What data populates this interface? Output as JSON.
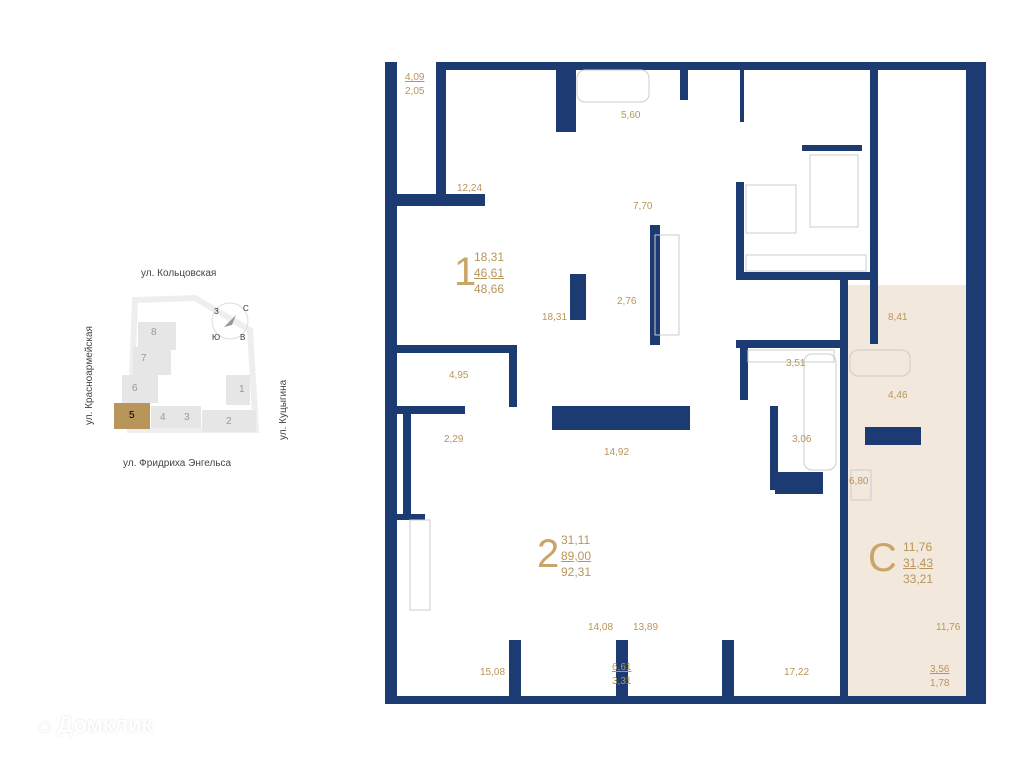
{
  "colors": {
    "wall": "#1c3b73",
    "label": "#b8955a",
    "highlight": "#f2e8dc",
    "site_highlight": "#b8955a"
  },
  "site_plan": {
    "streets": {
      "north": "ул. Кольцовская",
      "west": "ул. Красноармейская",
      "east": "ул. Куцыгина",
      "south": "ул. Фридриха Энгельса"
    },
    "compass": [
      "С",
      "В",
      "Ю",
      "З"
    ],
    "buildings": [
      "1",
      "2",
      "3",
      "4",
      "5",
      "6",
      "7",
      "8"
    ],
    "selected_building": "5"
  },
  "apartments": [
    {
      "type": "1",
      "areas": [
        "18,31",
        "46,61",
        "48,66"
      ],
      "rooms": {
        "balcony": [
          "4,09",
          "2,05"
        ],
        "kitchen": "12,24",
        "bath": "5,60",
        "hall": "7,70",
        "living": "18,31",
        "wc": "2,76"
      }
    },
    {
      "type": "2",
      "areas": [
        "31,11",
        "89,00",
        "92,31"
      ],
      "rooms": {
        "r1": "4,95",
        "r2": "2,29",
        "hall": "14,92",
        "r3": "3,51",
        "r4": "3,06",
        "room1": "14,08",
        "room2": "13,89",
        "balcony": [
          "6,61",
          "3,31"
        ],
        "kitchen": "15,08",
        "room3": "17,22"
      }
    },
    {
      "type": "С",
      "areas": [
        "11,76",
        "31,43",
        "33,21"
      ],
      "rooms": {
        "hall": "8,41",
        "bath": "4,46",
        "kitchen": "6,80",
        "room": "11,76",
        "balcony": [
          "3,56",
          "1,78"
        ]
      }
    }
  ],
  "watermark": "Домклик"
}
